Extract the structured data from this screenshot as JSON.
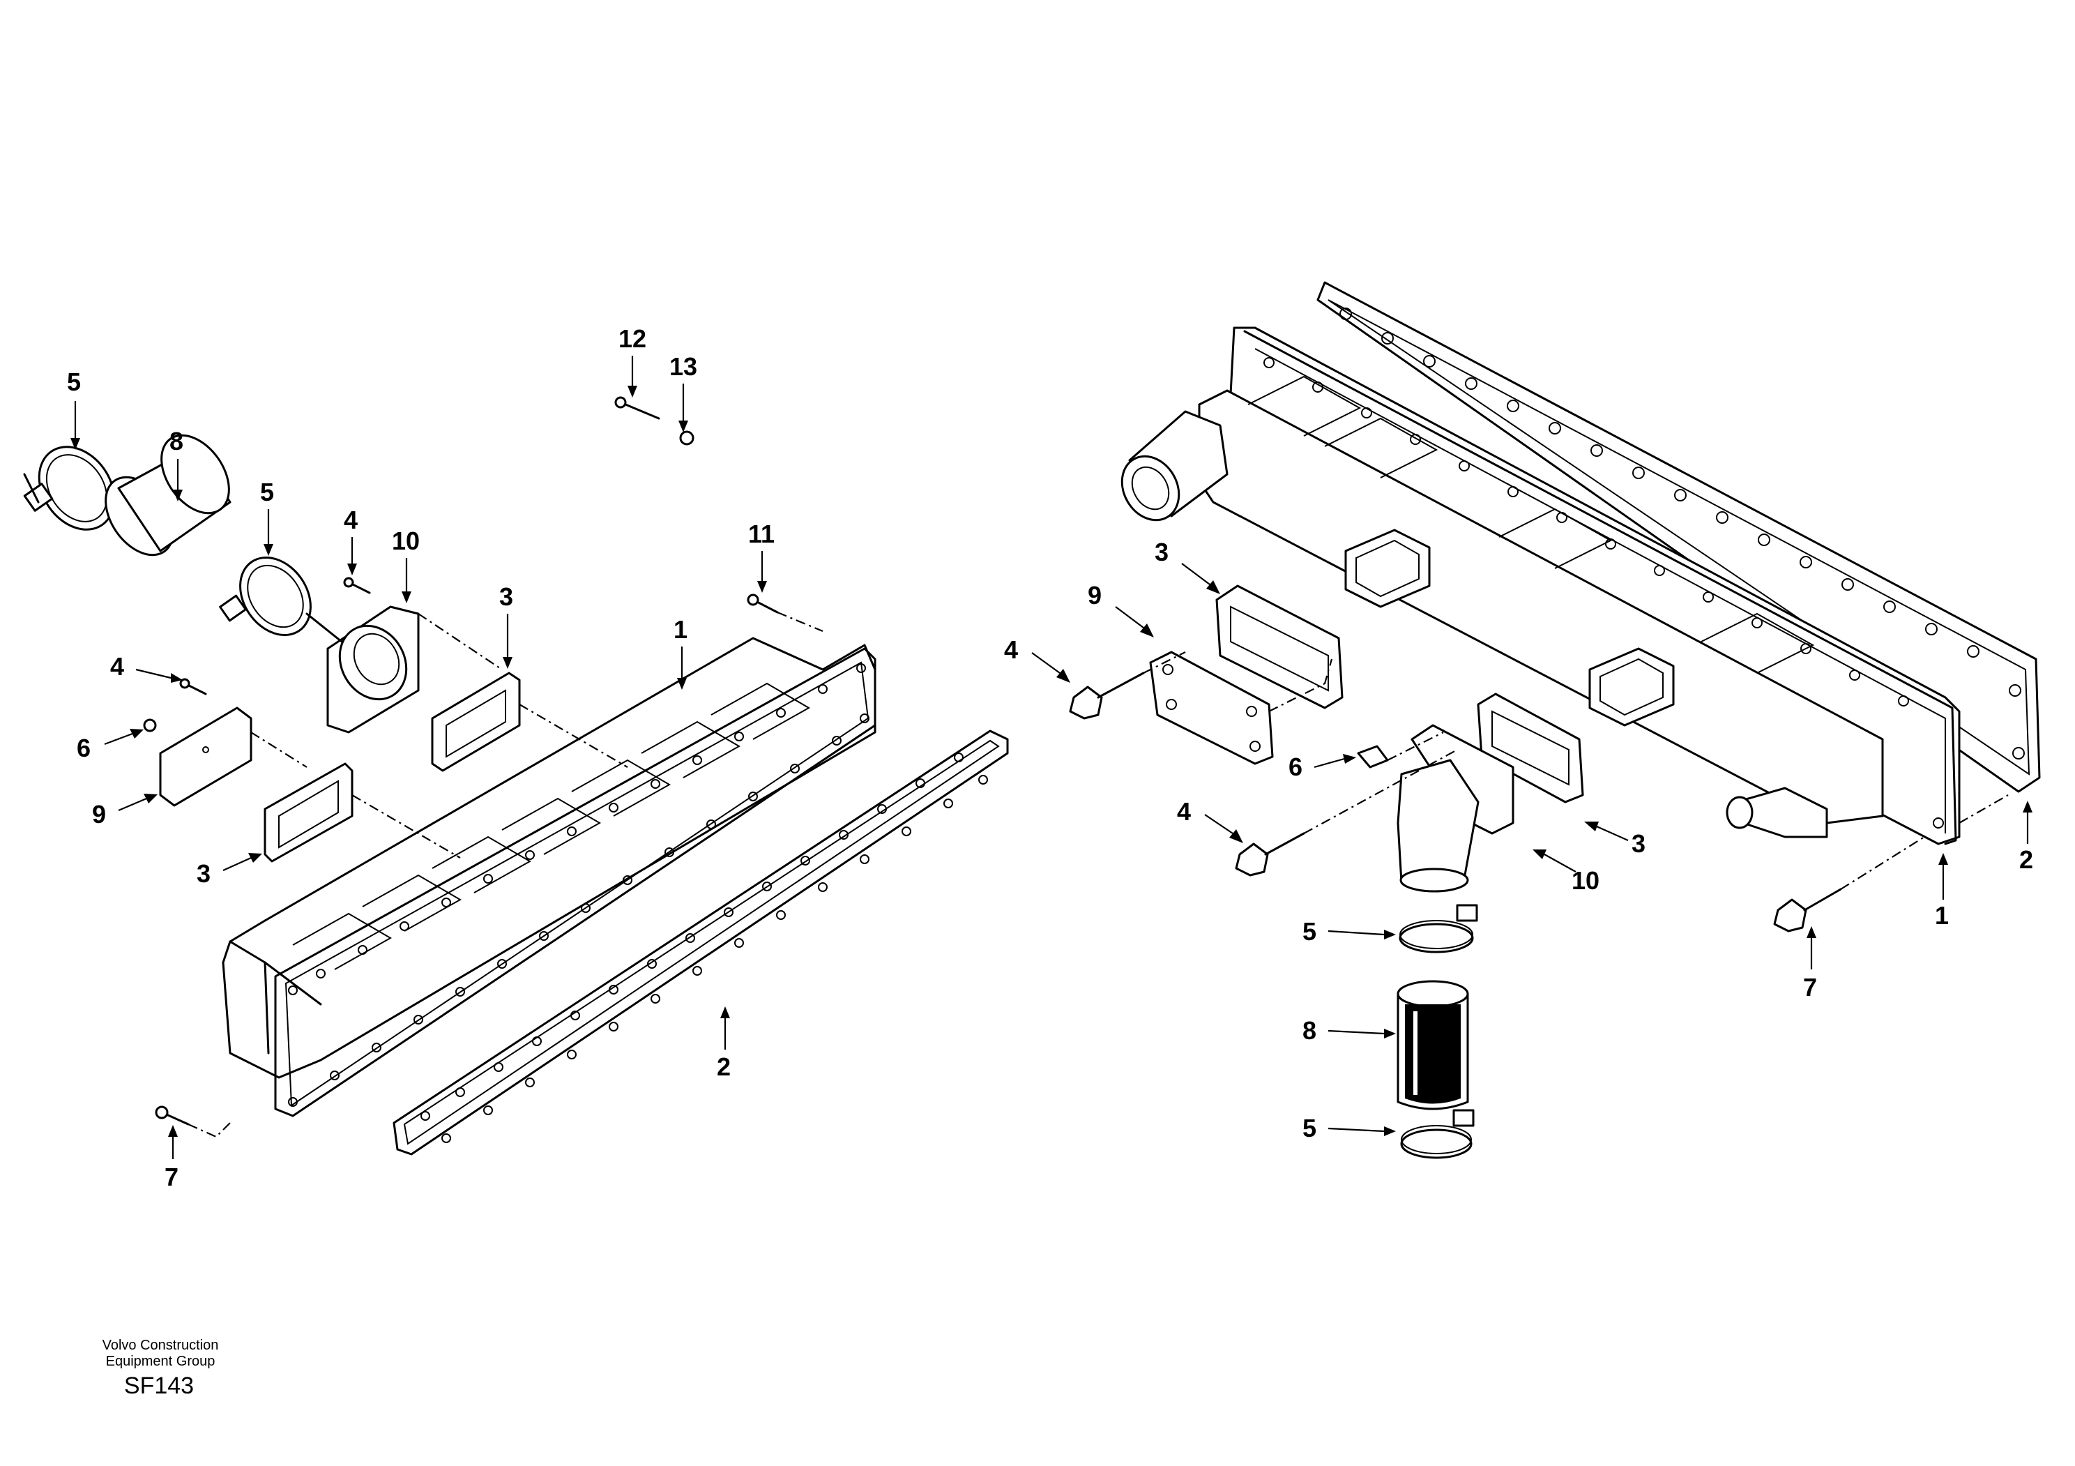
{
  "diagram": {
    "left_assembly_callouts": [
      "5",
      "8",
      "5",
      "4",
      "10",
      "12",
      "13",
      "11",
      "3",
      "1",
      "4",
      "6",
      "9",
      "3",
      "7",
      "2"
    ],
    "right_assembly_callouts": [
      "3",
      "9",
      "4",
      "6",
      "4",
      "3",
      "10",
      "5",
      "8",
      "5",
      "1",
      "2",
      "7"
    ]
  },
  "footer": {
    "company_line1": "Volvo Construction",
    "company_line2": "Equipment Group",
    "code": "SF143"
  }
}
